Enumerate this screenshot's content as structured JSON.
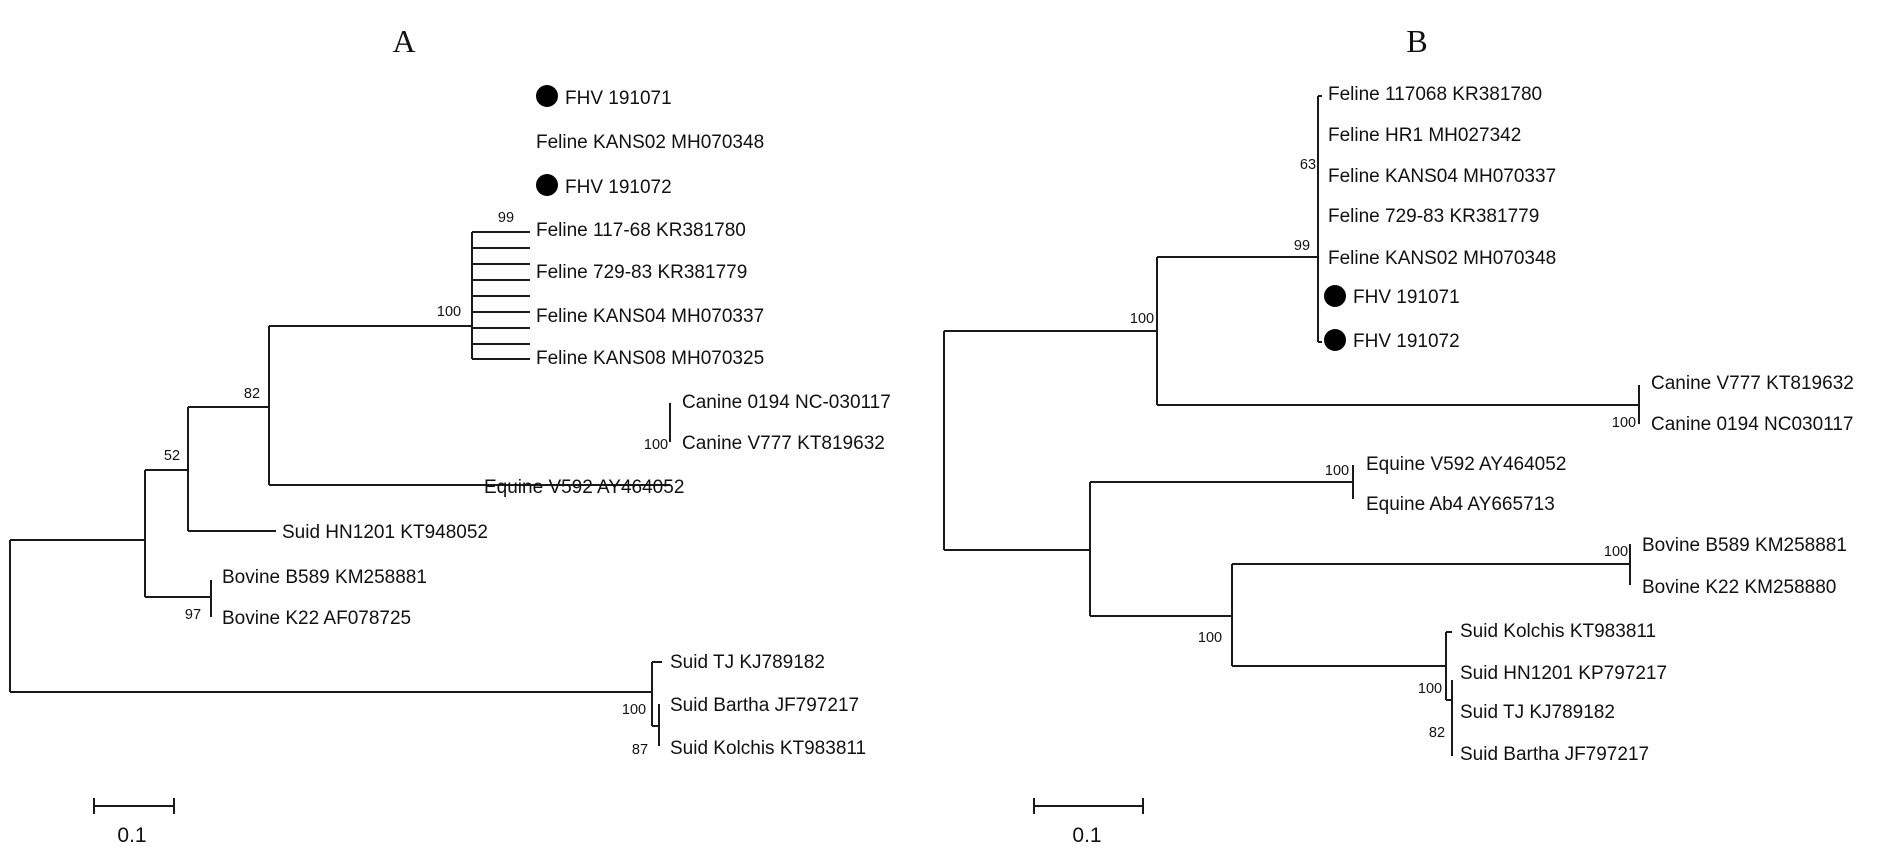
{
  "panels": [
    {
      "title": "A",
      "scale_label": "0.1",
      "leaves": [
        {
          "label": "FHV 191071",
          "marker": true
        },
        {
          "label": "Feline KANS02 MH070348",
          "marker": false
        },
        {
          "label": "FHV 191072",
          "marker": true
        },
        {
          "label": "Feline 117-68 KR381780",
          "marker": false
        },
        {
          "label": "Feline 729-83 KR381779",
          "marker": false
        },
        {
          "label": "Feline KANS04 MH070337",
          "marker": false
        },
        {
          "label": "Feline KANS08 MH070325",
          "marker": false
        },
        {
          "label": "Canine 0194 NC-030117",
          "marker": false
        },
        {
          "label": "Canine V777 KT819632",
          "marker": false
        },
        {
          "label": "Equine V592 AY464052",
          "marker": false
        },
        {
          "label": "Suid HN1201 KT948052",
          "marker": false
        },
        {
          "label": "Bovine B589 KM258881",
          "marker": false
        },
        {
          "label": "Bovine K22 AF078725",
          "marker": false
        },
        {
          "label": "Suid TJ KJ789182",
          "marker": false
        },
        {
          "label": "Suid Bartha JF797217",
          "marker": false
        },
        {
          "label": "Suid Kolchis KT983811",
          "marker": false
        }
      ],
      "bootstrap": [
        "99",
        "100",
        "100",
        "82",
        "52",
        "97",
        "100",
        "87"
      ]
    },
    {
      "title": "B",
      "scale_label": "0.1",
      "leaves": [
        {
          "label": "Feline 117068 KR381780",
          "marker": false
        },
        {
          "label": "Feline HR1 MH027342",
          "marker": false
        },
        {
          "label": "Feline KANS04 MH070337",
          "marker": false
        },
        {
          "label": "Feline 729-83 KR381779",
          "marker": false
        },
        {
          "label": "Feline KANS02 MH070348",
          "marker": false
        },
        {
          "label": "FHV 191071",
          "marker": true
        },
        {
          "label": "FHV 191072",
          "marker": true
        },
        {
          "label": "Canine V777 KT819632",
          "marker": false
        },
        {
          "label": "Canine 0194 NC030117",
          "marker": false
        },
        {
          "label": "Equine V592 AY464052",
          "marker": false
        },
        {
          "label": "Equine Ab4 AY665713",
          "marker": false
        },
        {
          "label": "Bovine B589 KM258881",
          "marker": false
        },
        {
          "label": "Bovine K22 KM258880",
          "marker": false
        },
        {
          "label": "Suid Kolchis KT983811",
          "marker": false
        },
        {
          "label": "Suid HN1201 KP797217",
          "marker": false
        },
        {
          "label": "Suid TJ KJ789182",
          "marker": false
        },
        {
          "label": "Suid Bartha JF797217",
          "marker": false
        }
      ],
      "bootstrap": [
        "63",
        "99",
        "100",
        "100",
        "100",
        "100",
        "100",
        "100",
        "82"
      ]
    }
  ]
}
